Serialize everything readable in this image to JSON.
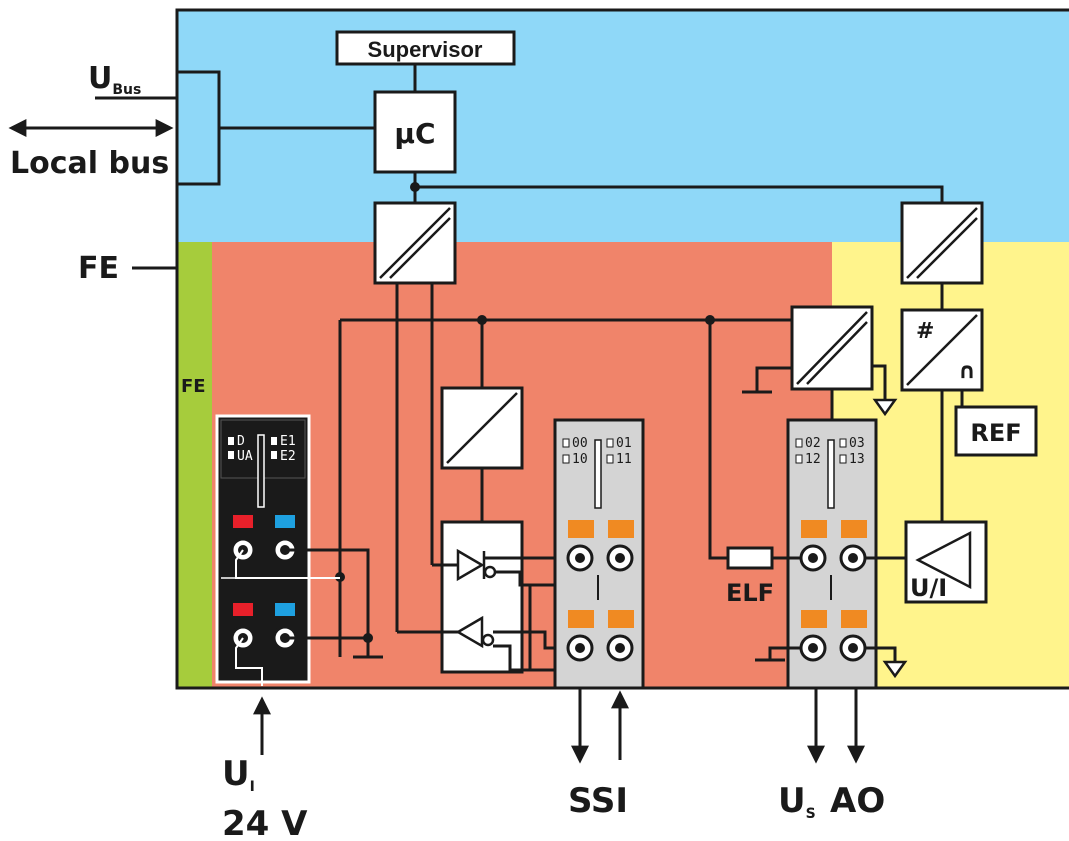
{
  "colors": {
    "bus_zone": "#8fd8f8",
    "io_zone": "#f0846a",
    "analog_zone": "#fff48c",
    "fe_strip": "#a6cc3c",
    "terminal_dark": "#1a1a1a",
    "terminal_grey": "#d4d4d4",
    "red_marker": "#e8202a",
    "blue_marker": "#1ea0e0",
    "orange_clamp": "#f08a22"
  },
  "labels": {
    "supervisor": "Supervisor",
    "uc": "µC",
    "ubus_main": "U",
    "ubus_sub": "Bus",
    "local_bus": "Local bus",
    "fe_outside": "FE",
    "fe_strip": "FE",
    "ref": "REF",
    "hash": "#",
    "cap": "∩",
    "ui_box": "U/I",
    "elf": "ELF",
    "ui_main": "U",
    "ui_sub": "I",
    "v24": "24 V",
    "ssi": "SSI",
    "us_main": "U",
    "us_sub": "S",
    "ao": "AO"
  },
  "power_terminal": {
    "leds_left": [
      "D",
      "UA"
    ],
    "leds_right": [
      "E1",
      "E2"
    ]
  },
  "ssi_terminal": {
    "leds_left": [
      "00",
      "10"
    ],
    "leds_right": [
      "01",
      "11"
    ]
  },
  "ao_terminal": {
    "leds_left": [
      "02",
      "12"
    ],
    "leds_right": [
      "03",
      "13"
    ]
  },
  "icons": [
    "isolator-icon",
    "driver-triangle-icon",
    "terminal-connector-icon",
    "fuse-icon",
    "ground-icon",
    "arrow-icon"
  ]
}
